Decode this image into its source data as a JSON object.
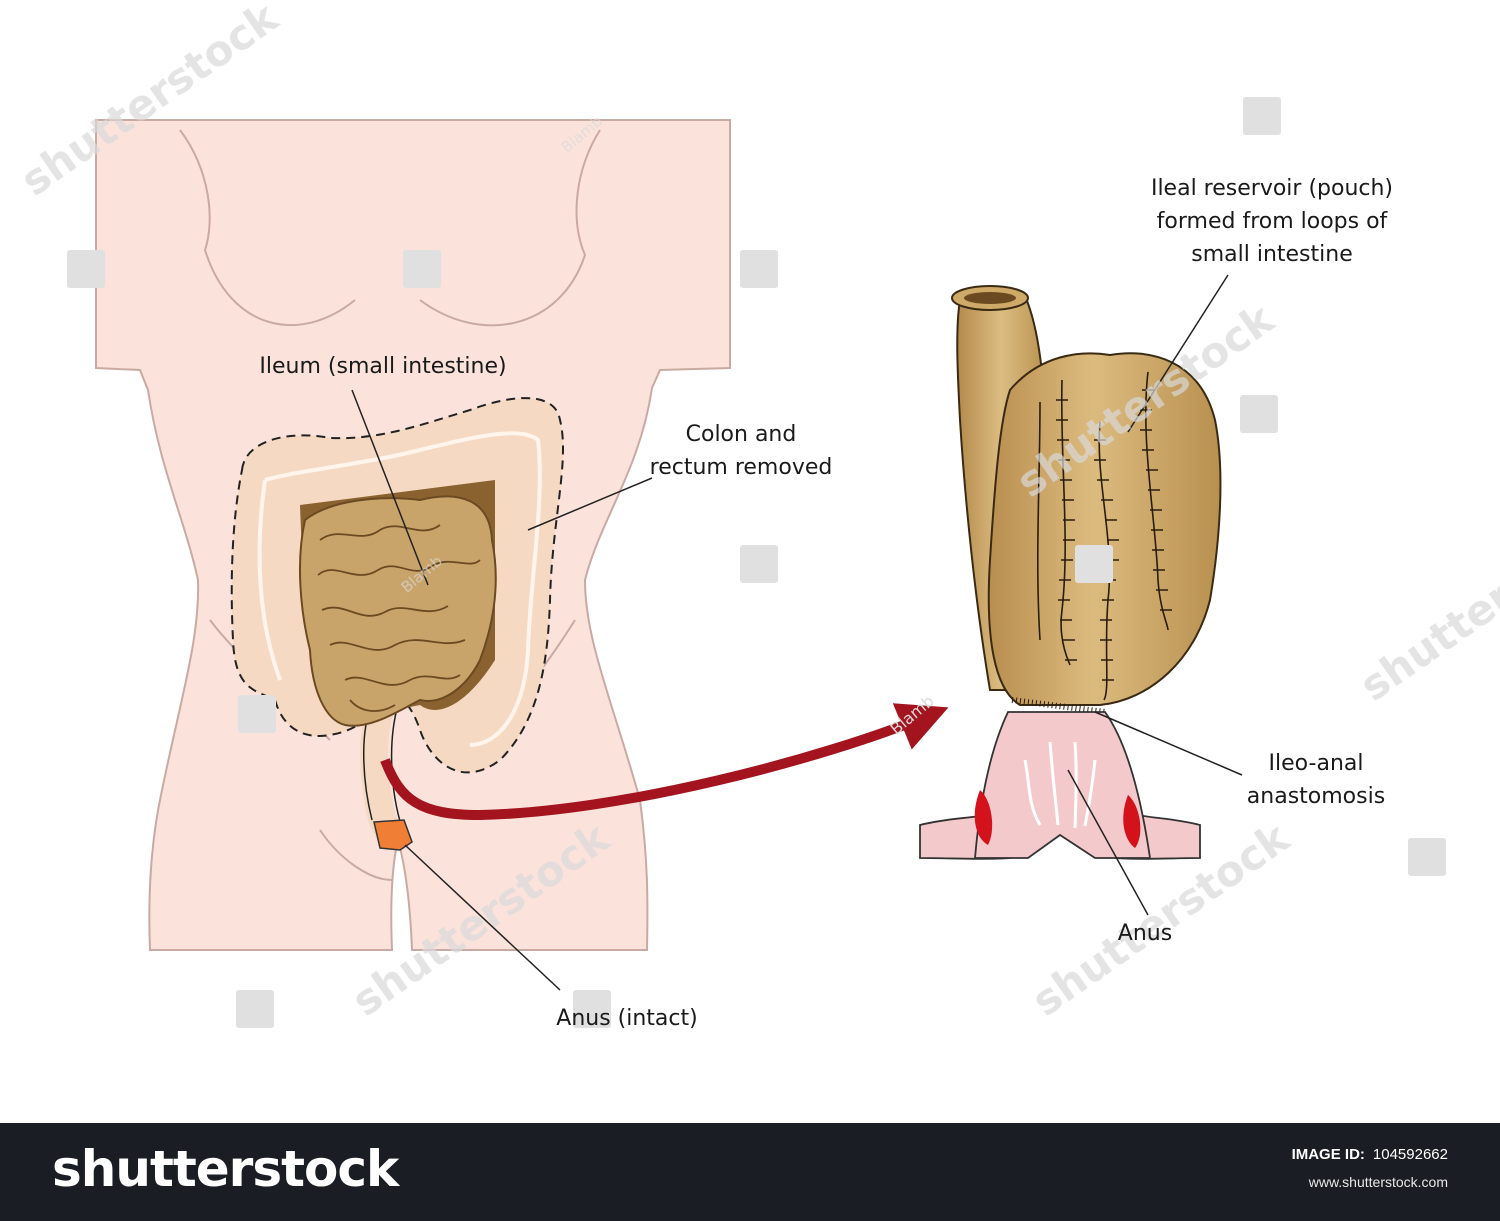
{
  "labels": {
    "ileum": "Ileum (small intestine)",
    "colon_line1": "Colon and",
    "colon_line2": "rectum removed",
    "anus_intact": "Anus (intact)",
    "pouch_line1": "Ileal reservoir (pouch)",
    "pouch_line2": "formed from loops of",
    "pouch_line3": "small intestine",
    "anastomosis_line1": "Ileo-anal",
    "anastomosis_line2": "anastomosis",
    "anus": "Anus"
  },
  "watermarks": {
    "artist": "Blamb",
    "stock": "shutterstock"
  },
  "footer": {
    "brand": "shutterstock",
    "image_id_key": "IMAGE ID:",
    "image_id_value": "104592662",
    "url": "www.shutterstock.com"
  },
  "colors": {
    "skin": "#fbe3dc",
    "skin_outline": "#c9aaa3",
    "colon": "#f6d9c2",
    "colon_outline": "#d2b096",
    "intestine": "#c9a46a",
    "intestine_outline": "#6b4a22",
    "cavity": "#8a6230",
    "pouch": "#cfa968",
    "anus_intact": "#f07f35",
    "arrow": "#a3141f",
    "anal_tissue": "#f4c9cc",
    "anal_red": "#d4121b",
    "footer_bg": "#1a1d23"
  }
}
